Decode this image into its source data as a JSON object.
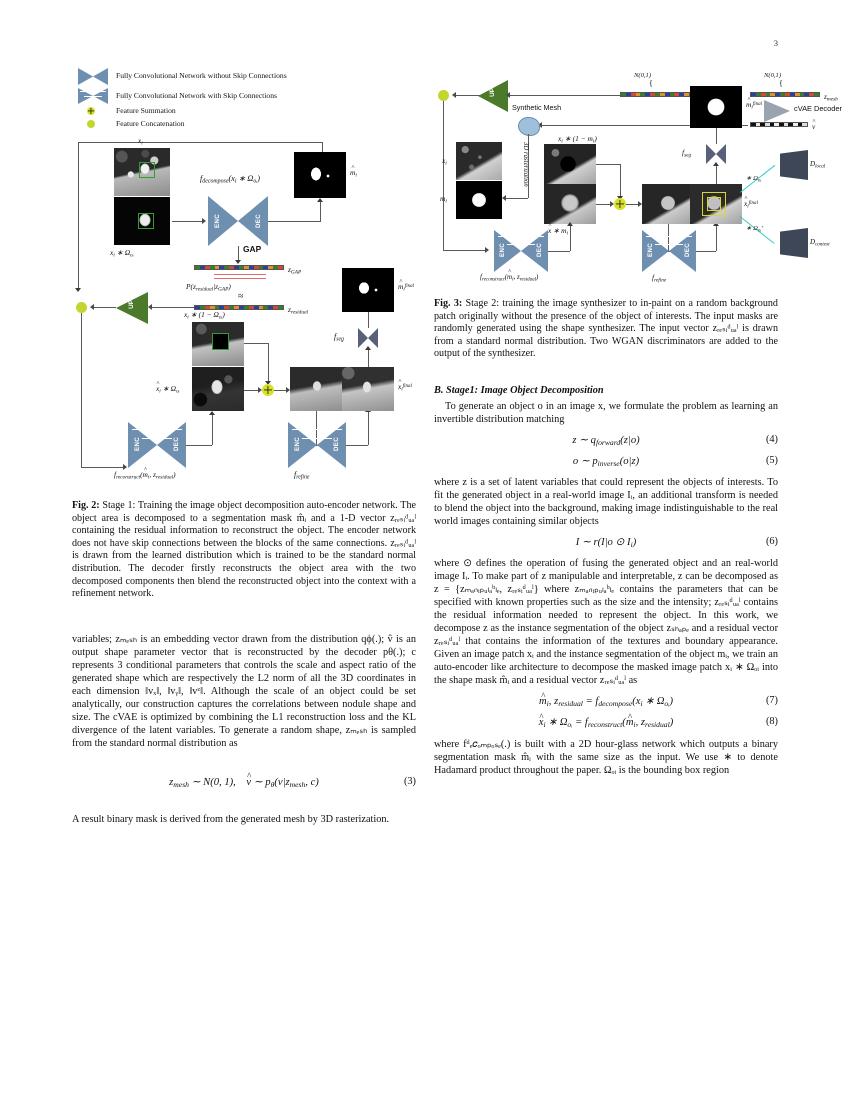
{
  "page": {
    "number": "3"
  },
  "figure2": {
    "legend": [
      {
        "icon": "bowtie-no-skip-icon",
        "label": "Fully Convolutional Network without Skip Connections"
      },
      {
        "icon": "bowtie-skip-icon",
        "label": "Fully Convolutional Network with Skip Connections"
      },
      {
        "icon": "feature-summation-icon",
        "label": "Feature Summation"
      },
      {
        "icon": "feature-concatenation-icon",
        "label": "Feature Concatenation"
      }
    ],
    "labels": {
      "x_i": "x",
      "x_i_sub": "i",
      "masked_patch": "xᵢ ∗ Ω",
      "masked_patch_sub": "oᵢ",
      "f_decompose": "f",
      "f_decompose_name": "decompose",
      "f_decompose_arg": "(xᵢ ∗ Ω",
      "m_hat": "m",
      "m_hat_sub": "i",
      "gap": "GAP",
      "z_gap": "z",
      "z_gap_sub": "GAP",
      "prob": "P(z",
      "prob_sub1": "residual",
      "prob_mid": "|z",
      "prob_sub2": "GAP",
      "prob_end": ")",
      "approx": "≈",
      "z_residual": "z",
      "z_residual_sub": "residual",
      "up": "UP",
      "enc": "ENC",
      "dec": "DEC",
      "inv_masked": "xᵢ ∗ (1 − Ω",
      "inv_masked_sub": "oᵢ",
      "recon_patch": "x̂ᵢ ∗ Ω",
      "recon_patch_sub": "oᵢ",
      "f_reconstruct": "f",
      "f_reconstruct_name": "reconstruct",
      "f_reconstruct_arg": "(m̂ᵢ, z",
      "f_reconstruct_arg_sub": "residual",
      "f_refine": "f",
      "f_refine_name": "refine",
      "f_seg": "f",
      "f_seg_name": "seg",
      "m_final": "m̂",
      "m_final_sub": "i",
      "m_final_sup": "final",
      "x_final": "x̂",
      "x_final_sub": "i",
      "x_final_sup": "final"
    },
    "caption_label": "Fig. 2:",
    "caption": "Stage 1: Training the image object decomposition auto-encoder network. The object area is decomposed to a segmentation mask m̂ᵢ and a 1-D vector zᵣₑₛᵢᵈᵤₐˡ containing the residual information to reconstruct the object. The encoder network does not have skip connections between the blocks of the same connections. zᵣₑₛᵢᵈᵤₐˡ is drawn from the learned distribution which is trained to be the standard normal distribution. The decoder firstly reconstructs the object area with the two decomposed components then blend the reconstructed object into the context with a refinement network."
  },
  "figure3": {
    "labels": {
      "n01": "N(0,1)",
      "z_residual": "z",
      "z_residual_sub": "residual",
      "z_mesh": "z",
      "z_mesh_sub": "mesh",
      "cvae_decoder": "cVAE Decoder",
      "v_hat": "v̂",
      "synthetic_mesh": "Synthetic Mesh",
      "rasterization": "3D rasterization",
      "up": "UP",
      "x_i": "x",
      "x_i_sub": "i",
      "m_i": "m",
      "m_i_sub": "i",
      "inv_mask": "xᵢ ∗ (1 − m",
      "inv_mask_sub": "i",
      "recon": "x̂ ∗ m",
      "recon_sub": "i",
      "enc": "ENC",
      "dec": "DEC",
      "f_reconstruct": "f",
      "f_reconstruct_name": "reconstruct",
      "f_reconstruct_arg": "(m̂ᵢ, z",
      "f_reconstruct_arg_sub": "residual",
      "f_refine": "f",
      "f_refine_name": "refine",
      "f_seg": "f",
      "f_seg_name": "seg",
      "m_final": "m̂",
      "m_final_sub": "i",
      "m_final_sup": "final",
      "x_final": "x̂",
      "x_final_sub": "i",
      "x_final_sup": "final",
      "omega_local": "∗ Ω",
      "omega_local_sub": "oᵢ",
      "omega_ctx": "∗ Ω",
      "omega_ctx_sub": "oᵢ",
      "omega_ctx_sup": "+",
      "d_local": "D",
      "d_local_sub": "local",
      "d_context": "D",
      "d_context_sub": "context"
    },
    "caption_label": "Fig. 3:",
    "caption": "Stage 2: training the image synthesizer to in-paint on a random background patch originally without the presence of the object of interests. The input masks are randomly generated using the shape synthesizer. The input vector zᵣₑₛᵢᵈᵤₐˡ is drawn from a standard normal distribution. Two WGAN discriminators are added to the output of the synthesizer."
  },
  "left_column": {
    "para_mesh": "variables; zₘₑₛₕ is an embedding vector drawn from the distribution qϕ(.); v̂ is an output shape parameter vector that is reconstructed by the decoder pθ(.); c represents 3 conditional parameters that controls the scale and aspect ratio of the generated shape which are respectively the L2 norm of all the 3D coordinates in each dimension ‖vₓ‖, ‖vᵧ‖, ‖vᶻ‖. Although the scale of an object could be set analytically, our construction captures the correlations between nodule shape and size. The cVAE is optimized by combining the L1 reconstruction loss and the KL divergence of the latent variables. To generate a random shape, zₘₑₛₕ is sampled from the standard normal distribution as",
    "eq3": {
      "lhs": "z",
      "lhs_sub": "mesh",
      "mid": "∼ N(0, 1),",
      "rhs1": "v̂ ∼ p",
      "rhs1_sub": "θ",
      "rhs2": "(v|z",
      "rhs2_sub": "mesh",
      "rhs3": ", c)",
      "number": "(3)"
    },
    "para_raster": "A result binary mask is derived from the generated mesh by 3D rasterization."
  },
  "right_column": {
    "section_b": "B.  Stage1: Image Object Decomposition",
    "para1": "To generate an object o in an image x, we formulate the problem as learning an invertible distribution matching",
    "eq4": {
      "text": "z ∼ q",
      "sub": "forward",
      "tail": "(z|o)",
      "number": "(4)"
    },
    "eq5": {
      "text": "o ∼ p",
      "sub": "inverse",
      "tail": "(o|z)",
      "number": "(5)"
    },
    "para2": "where z is a set of latent variables that could represent the objects of interests. To fit the generated object in a real-world image Iᵢ, an additional transform is needed to blend the object into the background, making image indistinguishable to the real world images containing similar objects",
    "eq6": {
      "text": "I ∼ r(I|o ⊙ I",
      "sub": "i",
      "tail": ")",
      "number": "(6)"
    },
    "para3": "where ⊙ defines the operation of fusing the generated object and an real-world image Iᵢ. To make part of z manipulable and interpretable, z can be decomposed as z = {zₘₐₙᵢₚᵤₗₐᵇₗₑ, zᵣₑₛᵢᵈᵤₐˡ} where zₘₐₙᵢₚᵤₗₐᵇₗₑ contains the parameters that can be specified with known properties such as the size and the intensity; zᵣₑₛᵢᵈᵤₐˡ contains the residual information needed to represent the object. In this work, we decompose z as the instance segmentation of the object zₛₕₐₚₑ and a residual vector zᵣₑₛᵢᵈᵤₐˡ that contains the information of the textures and boundary appearance. Given an image patch xᵢ and the instance segmentation of the object mᵢ, we train an auto-encoder like architecture to decompose the masked image patch xᵢ ∗ Ωₒᵢ into the shape mask m̂ᵢ and a residual vector zᵣₑₛᵢᵈᵤₐˡ as",
    "eq7": {
      "lhs": "m̂",
      "lhs_sub": "i",
      "mid": ", z",
      "mid_sub": "residual",
      "eq": " = f",
      "eq_sub": "decompose",
      "tail": "(xᵢ ∗ Ω",
      "tail_sub": "oᵢ",
      "tail_end": ")",
      "number": "(7)"
    },
    "eq8": {
      "lhs": "x̂ᵢ ∗ Ω",
      "lhs_sub": "oᵢ",
      "eq": " = f",
      "eq_sub": "reconstruct",
      "tail": "(m̂ᵢ, z",
      "tail_sub": "residual",
      "tail_end": ")",
      "number": "(8)"
    },
    "para4": "where fᵈₑ𝑐ₒₘₚₒₛₑ(.) is built with a 2D hour-glass network which outputs a binary segmentation mask m̂ᵢ with the same size as the input. We use ∗ to denote Hadamard product throughout the paper. Ωₒᵢ is the bounding box region"
  },
  "colors": {
    "network_blue": "#6f8fb0",
    "up_green": "#4a7a2a",
    "concat_dot": "#c3d62e",
    "sum_dot": "#d7e02a",
    "discriminator": "#3e4758",
    "teal_arrow": "#2fd0c8",
    "green_box": "#2fa02f",
    "yellow_box": "#d8d830",
    "red_line": "#e06b6b"
  }
}
